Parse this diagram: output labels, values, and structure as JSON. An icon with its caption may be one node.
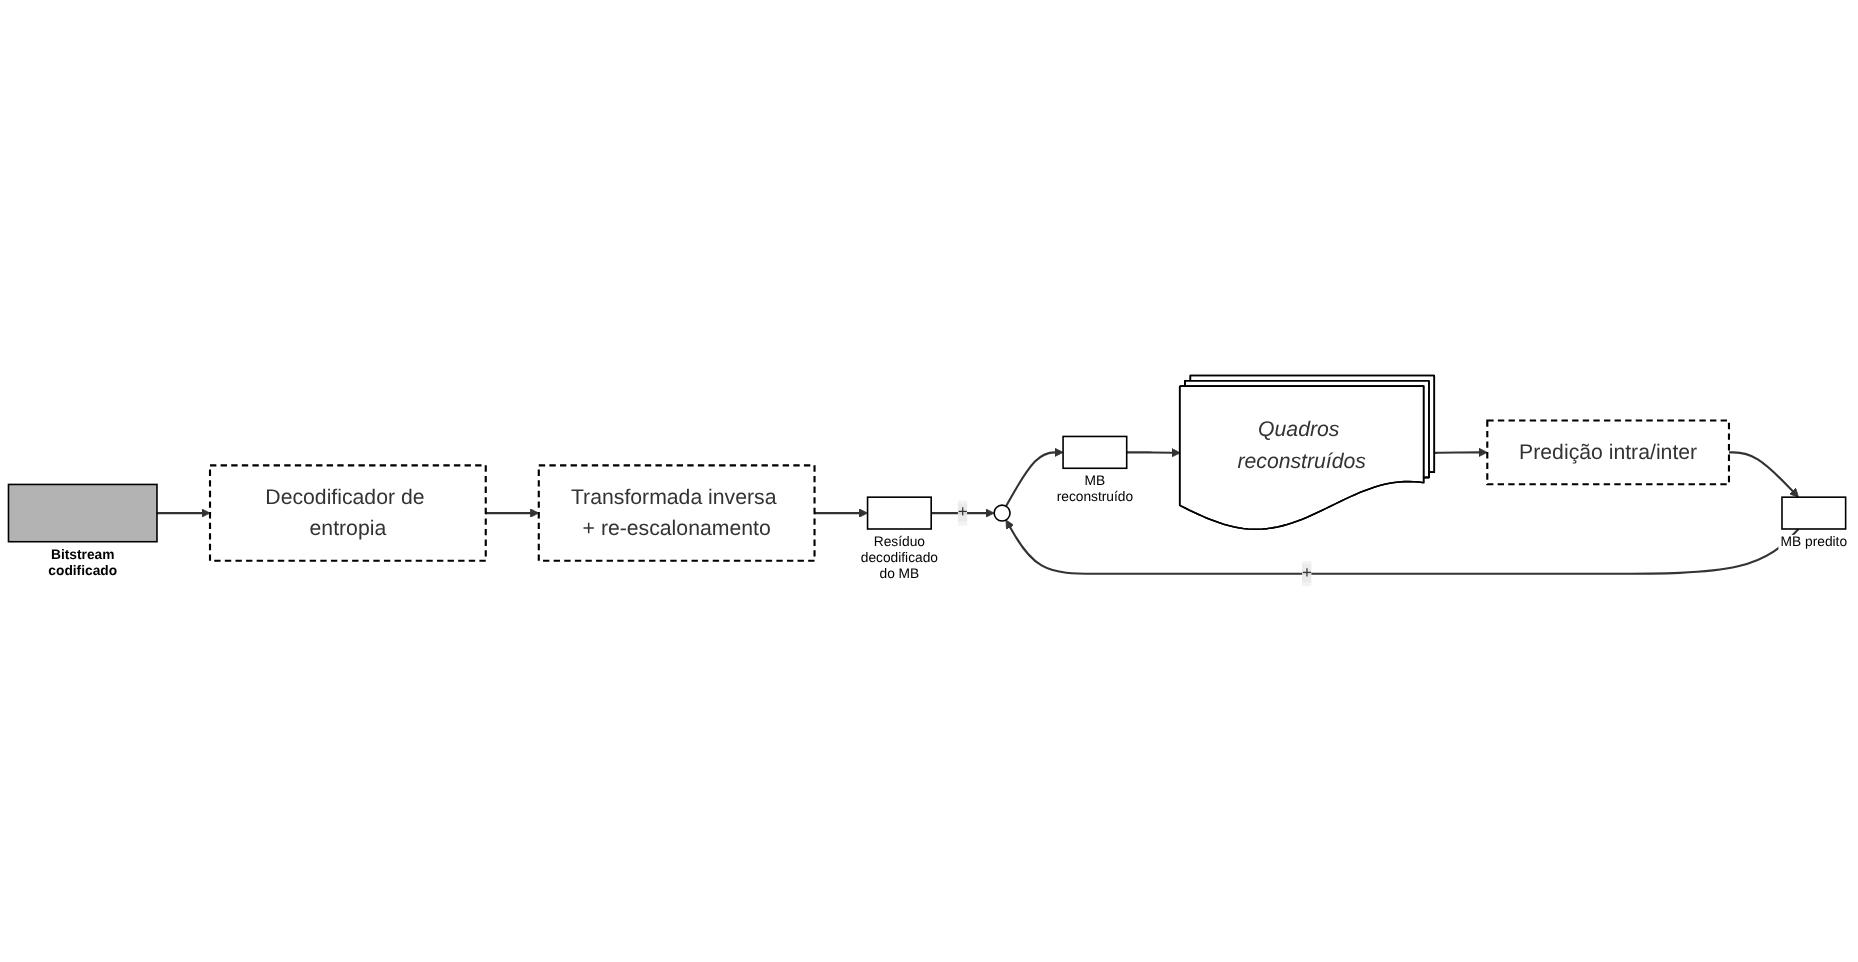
{
  "diagram": {
    "nodes": [
      {
        "text": [],
        "shape": "bar",
        "beside": [
          "Bitstream codificado"
        ]
      },
      {
        "text": [
          "Decodificador de entropia"
        ]
      },
      {
        "text": [
          "Transformada inversa + re-escalonamento"
        ]
      },
      {
        "text": [],
        "shape": "box",
        "beside": [
          "Resíduo decodificado do MB"
        ]
      },
      {
        "text": [],
        "shape": "circle"
      },
      {
        "text": [],
        "shape": "box",
        "beside": [
          "MB reconstruído"
        ]
      },
      {
        "text": [
          "Quadros reconstruídos"
        ]
      },
      {
        "text": [
          "Predição intra/inter"
        ]
      },
      {
        "text": [],
        "shape": "box",
        "beside": [
          "MB predito"
        ]
      }
    ],
    "edges": [
      {
        "from": 0,
        "to": 1,
        "arrow": "to"
      },
      {
        "from": 1,
        "to": 2,
        "arrow": "to"
      },
      {
        "from": 2,
        "to": 3,
        "arrow": "to"
      },
      {
        "from": 3,
        "to": 4,
        "arrow": "to",
        "label": "+"
      },
      {
        "from": 4,
        "to": 5,
        "arrow": "to"
      },
      {
        "from": 5,
        "to": 6,
        "arrow": "to"
      },
      {
        "from": 6,
        "to": 7,
        "arrow": "to"
      },
      {
        "from": 7,
        "to": 8,
        "arrow": "to"
      },
      {
        "from": 8,
        "to": 4,
        "arrow": "to",
        "label": "+"
      }
    ]
  }
}
